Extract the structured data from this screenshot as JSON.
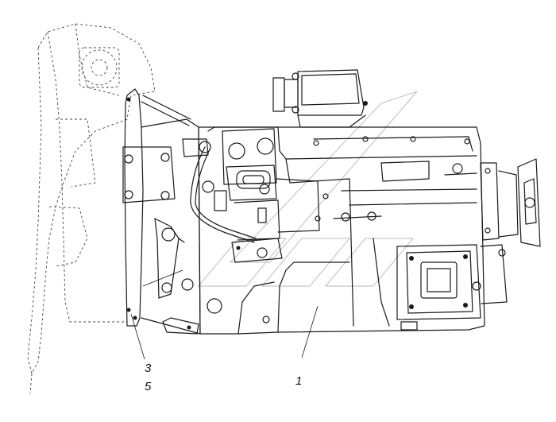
{
  "callouts": [
    {
      "id": "callout-1",
      "text": "1"
    },
    {
      "id": "callout-3",
      "text": "3"
    },
    {
      "id": "callout-5",
      "text": "5"
    }
  ]
}
